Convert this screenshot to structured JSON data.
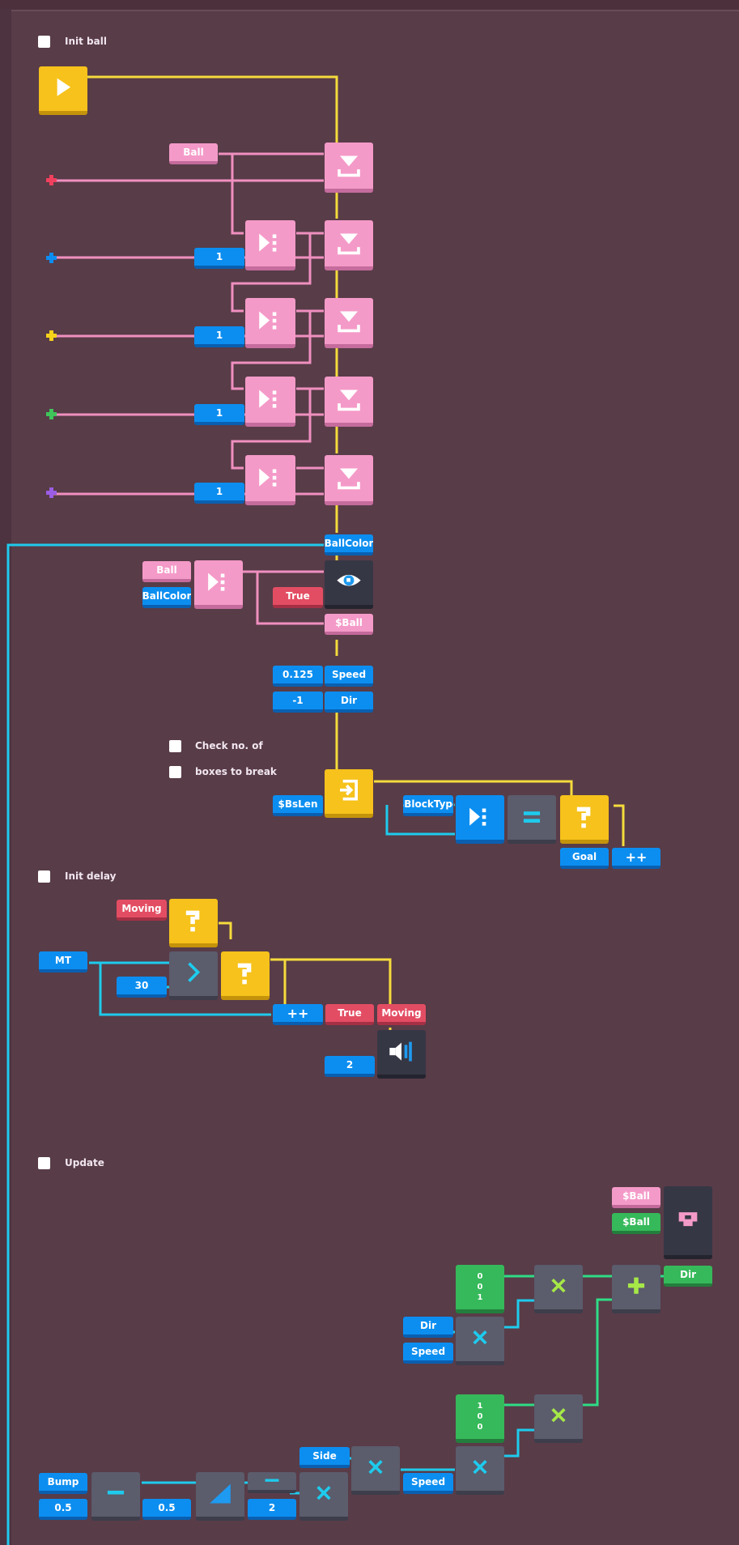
{
  "sections": {
    "init_ball": "Init ball",
    "check_line1": "Check no. of",
    "check_line2": "boxes to break",
    "init_delay": "Init delay",
    "update": "Update"
  },
  "values": {
    "ball": "Ball",
    "one": "1",
    "ball_color": "BallColor",
    "true": "True",
    "sball": "$Ball",
    "speed_val": "0.125",
    "speed": "Speed",
    "dir_val": "-1",
    "dir": "Dir",
    "bslen": "$BsLen",
    "blocktype": "$BlockType",
    "goal": "Goal",
    "plusplus": "++",
    "moving": "Moving",
    "mt": "MT",
    "thirty": "30",
    "two": "2",
    "side": "Side",
    "bump": "Bump",
    "half": "0.5",
    "vec_001": [
      "0",
      "0",
      "1"
    ],
    "vec_100": [
      "1",
      "0",
      "0"
    ]
  },
  "icons": {
    "start": "play-icon",
    "set_list": "list-set-icon",
    "list_append": "list-append-icon",
    "watch": "eye-icon",
    "for_each": "loop-icon",
    "branch": "question-icon",
    "equals": "equals-icon",
    "greater": "greater-than-icon",
    "sound": "speaker-icon",
    "multiply": "multiply-icon",
    "add": "plus-icon",
    "subtract": "minus-icon",
    "ramp": "ramp-icon",
    "heart": "heart-icon"
  },
  "colors": {
    "background": "#583c48",
    "wire_exec": "#f5db3c",
    "wire_pink": "#f08fc0",
    "wire_cyan": "#1ecbed",
    "wire_green": "#2fdc86",
    "dot_red": "#f0405e",
    "dot_blue": "#0d8df0",
    "dot_yellow": "#f6d21b",
    "dot_green": "#3fc55a",
    "dot_purple": "#9b5de5"
  }
}
